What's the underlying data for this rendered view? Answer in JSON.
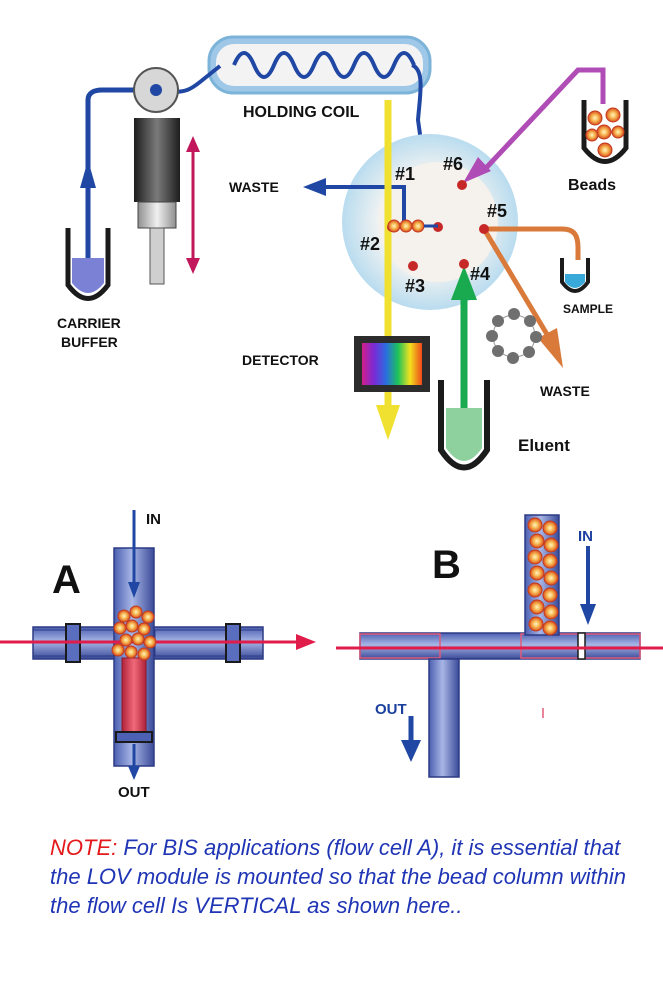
{
  "top_diagram": {
    "labels": {
      "holding_coil": "HOLDING COIL",
      "waste_left": "WASTE",
      "beads": "Beads",
      "carrier_line1": "CARRIER",
      "carrier_line2": "BUFFER",
      "sample": "SAMPLE",
      "detector": "DETECTOR",
      "waste_right": "WASTE",
      "eluent": "Eluent"
    },
    "ports": [
      "#1",
      "#2",
      "#3",
      "#4",
      "#5",
      "#6"
    ]
  },
  "flow_cells": {
    "a": {
      "letter": "A",
      "in_label": "IN",
      "out_label": "OUT"
    },
    "b": {
      "letter": "B",
      "in_label": "IN",
      "out_label": "OUT"
    }
  },
  "note": {
    "prefix": "NOTE:",
    "text": "For BIS applications (flow cell A), it is essential that the LOV module is mounted so that the bead column within the flow cell Is VERTICAL as shown here.."
  },
  "colors": {
    "blue_line": "#1f47a3",
    "purple_line": "#b04cb5",
    "orange_line": "#d9793a",
    "green_line": "#19a94e",
    "yellow_line": "#f0e130",
    "red_line": "#e01c4a",
    "note_blue": "#1f35b5",
    "note_red": "#e3191b"
  }
}
